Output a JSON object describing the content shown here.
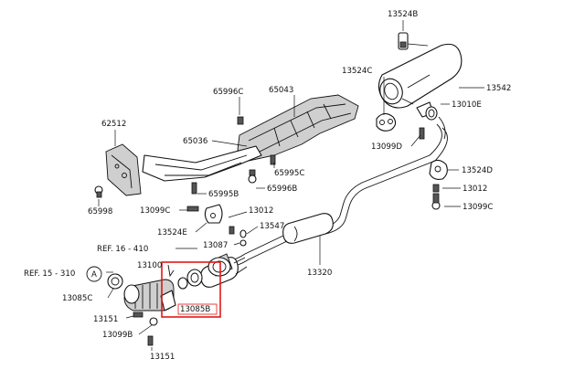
{
  "part_numbers": {
    "p13524b": "13524B",
    "p13524c": "13524C",
    "p13542": "13542",
    "p65996c": "65996C",
    "p65043": "65043",
    "p13010e": "13010E",
    "p62512": "62512",
    "p13099d": "13099D",
    "p65036": "65036",
    "p65995c": "65995C",
    "p13524d": "13524D",
    "p65995b": "65995B",
    "p65996b": "65996B",
    "p13012a": "13012",
    "p65998": "65998",
    "p13099c_left": "13099C",
    "p13012b": "13012",
    "p13099c_right": "13099C",
    "p13524e": "13524E",
    "p13547": "13547",
    "p13087": "13087",
    "ref16": "REF. 16 - 410",
    "p13100": "13100",
    "p13320": "13320",
    "ref15": "REF. 15 - 310",
    "callout_a": "A",
    "p13085c": "13085C",
    "p13085b": "13085B",
    "p13151a": "13151",
    "p13099b": "13099B",
    "p13151b": "13151"
  },
  "highlight_color": "#e01818"
}
